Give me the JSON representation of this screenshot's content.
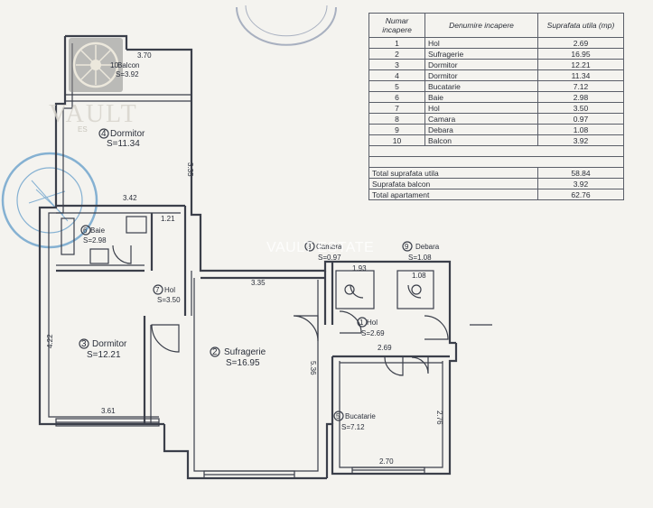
{
  "table": {
    "headers": [
      "Numar incapere",
      "Denumire incapere",
      "Suprafata utila (mp)"
    ],
    "rows": [
      {
        "nr": "1",
        "name": "Hol",
        "area": "2.69"
      },
      {
        "nr": "2",
        "name": "Sufragerie",
        "area": "16.95"
      },
      {
        "nr": "3",
        "name": "Dormitor",
        "area": "12.21"
      },
      {
        "nr": "4",
        "name": "Dormitor",
        "area": "11.34"
      },
      {
        "nr": "5",
        "name": "Bucatarie",
        "area": "7.12"
      },
      {
        "nr": "6",
        "name": "Baie",
        "area": "2.98"
      },
      {
        "nr": "7",
        "name": "Hol",
        "area": "3.50"
      },
      {
        "nr": "8",
        "name": "Camara",
        "area": "0.97"
      },
      {
        "nr": "9",
        "name": "Debara",
        "area": "1.08"
      },
      {
        "nr": "10",
        "name": "Balcon",
        "area": "3.92"
      }
    ],
    "totals": [
      {
        "label": "Total suprafata utila",
        "value": "58.84"
      },
      {
        "label": "Suprafata   balcon",
        "value": "3.92"
      },
      {
        "label": "Total apartament",
        "value": "62.76"
      }
    ]
  },
  "rooms": {
    "balcon": {
      "nr": "10",
      "name": "Balcon",
      "area": "S=3.92"
    },
    "dormitor4": {
      "nr": "4",
      "name": "Dormitor",
      "area": "S=11.34"
    },
    "baie": {
      "nr": "6",
      "name": "Baie",
      "area": "S=2.98"
    },
    "hol7": {
      "nr": "7",
      "name": "Hol",
      "area": "S=3.50"
    },
    "dormitor3": {
      "nr": "3",
      "name": "Dormitor",
      "area": "S=12.21"
    },
    "sufragerie": {
      "nr": "2",
      "name": "Sufragerie",
      "area": "S=16.95"
    },
    "camara": {
      "nr": "8",
      "name": "Camara",
      "area": "S=0.97"
    },
    "debara": {
      "nr": "9",
      "name": "Debara",
      "area": "S=1.08"
    },
    "hol1": {
      "nr": "1",
      "name": "Hol",
      "area": "S=2.69"
    },
    "bucatarie": {
      "nr": "5",
      "name": "Bucatarie",
      "area": "S=7.12"
    }
  },
  "dimensions": {
    "d_balcon_w": "3.70",
    "d_dorm4_h": "3.35",
    "d_342": "3.42",
    "d_121": "1.21",
    "d_335": "3.35",
    "d_422": "4.22",
    "d_361": "3.61",
    "d_536": "5.36",
    "d_269": "2.69",
    "d_276": "2.76",
    "d_270": "2.70",
    "d_193": "1.93",
    "d_108": "1.08"
  },
  "watermark": {
    "logo": "VAULT",
    "logo_sub": "ES",
    "center": "VAULT ESTATE"
  }
}
